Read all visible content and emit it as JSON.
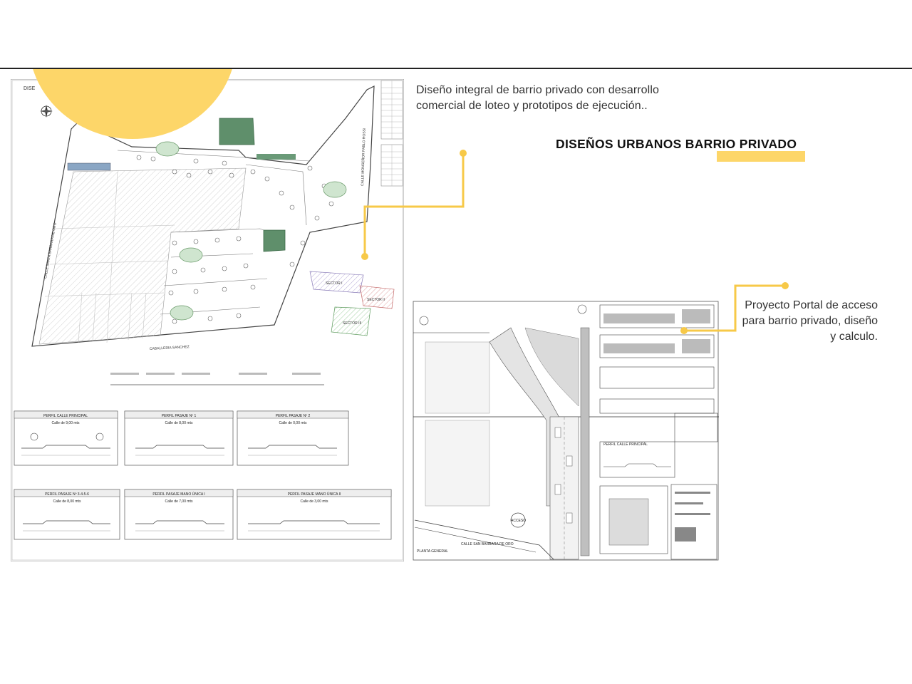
{
  "slide": {
    "title": "DISEÑOS URBANOS BARRIO PRIVADO",
    "description_1": "Diseño integral de barrio privado con desarrollo comercial de loteo y prototipos de ejecución..",
    "description_2": "Proyecto Portal de acceso para barrio privado, diseño y calculo."
  },
  "plan_left": {
    "header_label": "DISE",
    "street_left": "CALLE SANTA BARBARA DE ORO",
    "street_right": "CALLE MONSEÑOR PABLO ROSSI",
    "street_bottom": "CABALLERIA SANCHEZ",
    "sector_labels": [
      "SECTOR I",
      "SECTOR II",
      "SECTOR III"
    ],
    "profiles": [
      {
        "title": "PERFIL CALLE PRINCIPAL",
        "sub": "Calle de 9,00 mts"
      },
      {
        "title": "PERFIL PASAJE Nº 1",
        "sub": "Calle de 8,00 mts"
      },
      {
        "title": "PERFIL PASAJE Nº 2",
        "sub": "Calle de 0,00 mts"
      },
      {
        "title": "PERFIL PASAJE Nº 3-4-5-6",
        "sub": "Calle de 8,00 mts"
      },
      {
        "title": "PERFIL PASAJE MANO ÚNICA I",
        "sub": "Calle de 7,00 mts"
      },
      {
        "title": "PERFIL PASAJE MANO ÚNICA II",
        "sub": "Calle de 3,00 mts"
      }
    ]
  },
  "plan_right": {
    "label_planta": "PLANTA GENERAL",
    "label_street": "CALLE SAN BARBARA DE ORO",
    "label_profile": "PERFIL CALLE PRINCIPAL",
    "label_access": "ACCESO"
  },
  "colors": {
    "accent": "#fdd669",
    "connector": "#f7c948",
    "text": "#333333"
  }
}
